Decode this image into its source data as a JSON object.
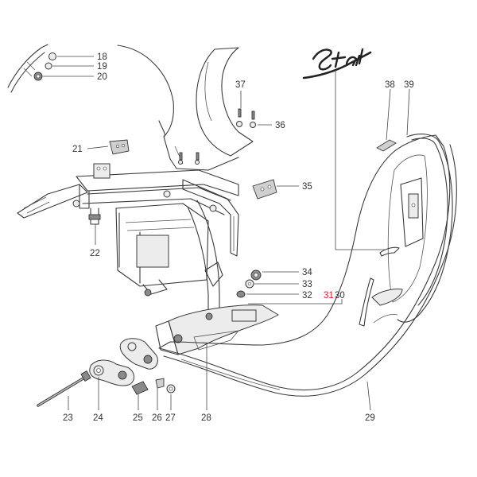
{
  "logo_text": "Star",
  "callouts": [
    {
      "id": "c18",
      "text": "18",
      "color": "#333333"
    },
    {
      "id": "c19",
      "text": "19",
      "color": "#333333"
    },
    {
      "id": "c20",
      "text": "20",
      "color": "#333333"
    },
    {
      "id": "c21",
      "text": "21",
      "color": "#333333"
    },
    {
      "id": "c22",
      "text": "22",
      "color": "#333333"
    },
    {
      "id": "c23",
      "text": "23",
      "color": "#333333"
    },
    {
      "id": "c24",
      "text": "24",
      "color": "#333333"
    },
    {
      "id": "c25",
      "text": "25",
      "color": "#333333"
    },
    {
      "id": "c26",
      "text": "26",
      "color": "#333333"
    },
    {
      "id": "c27",
      "text": "27",
      "color": "#333333"
    },
    {
      "id": "c28",
      "text": "28",
      "color": "#333333"
    },
    {
      "id": "c29",
      "text": "29",
      "color": "#333333"
    },
    {
      "id": "c30",
      "text": "30",
      "color": "#333333"
    },
    {
      "id": "c31",
      "text": "31",
      "color": "#e02020"
    },
    {
      "id": "c32",
      "text": "32",
      "color": "#333333"
    },
    {
      "id": "c33",
      "text": "33",
      "color": "#333333"
    },
    {
      "id": "c34",
      "text": "34",
      "color": "#333333"
    },
    {
      "id": "c35",
      "text": "35",
      "color": "#333333"
    },
    {
      "id": "c36",
      "text": "36",
      "color": "#333333"
    },
    {
      "id": "c37",
      "text": "37",
      "color": "#333333"
    },
    {
      "id": "c38",
      "text": "38",
      "color": "#333333"
    },
    {
      "id": "c39",
      "text": "39",
      "color": "#333333"
    }
  ]
}
